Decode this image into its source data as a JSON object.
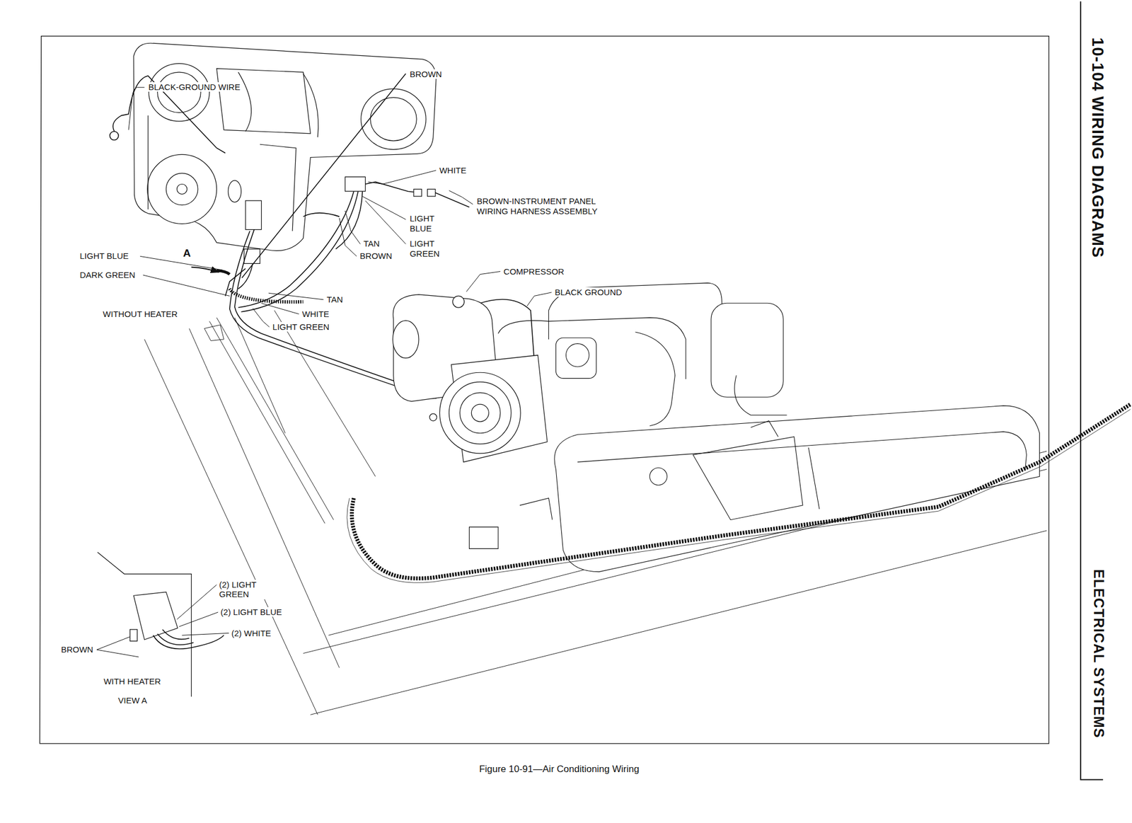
{
  "diagram": {
    "caption": "Figure 10-91—Air Conditioning Wiring",
    "labels": [
      "BLACK-GROUND WIRE",
      "BROWN",
      "WHITE",
      "BROWN-INSTRUMENT PANEL WIRING HARNESS ASSEMBLY",
      "LIGHT BLUE",
      "LIGHT GREEN",
      "TAN",
      "BROWN",
      "LIGHT BLUE",
      "A",
      "DARK GREEN",
      "TAN",
      "WHITE",
      "LIGHT GREEN",
      "WITHOUT HEATER",
      "COMPRESSOR",
      "BLACK GROUND",
      "(2) LIGHT GREEN",
      "(2) LIGHT BLUE",
      "(2) WHITE",
      "BROWN",
      "WITH HEATER",
      "VIEW A",
      "10-104 WIRING DIAGRAMS",
      "ELECTRICAL SYSTEMS"
    ]
  }
}
